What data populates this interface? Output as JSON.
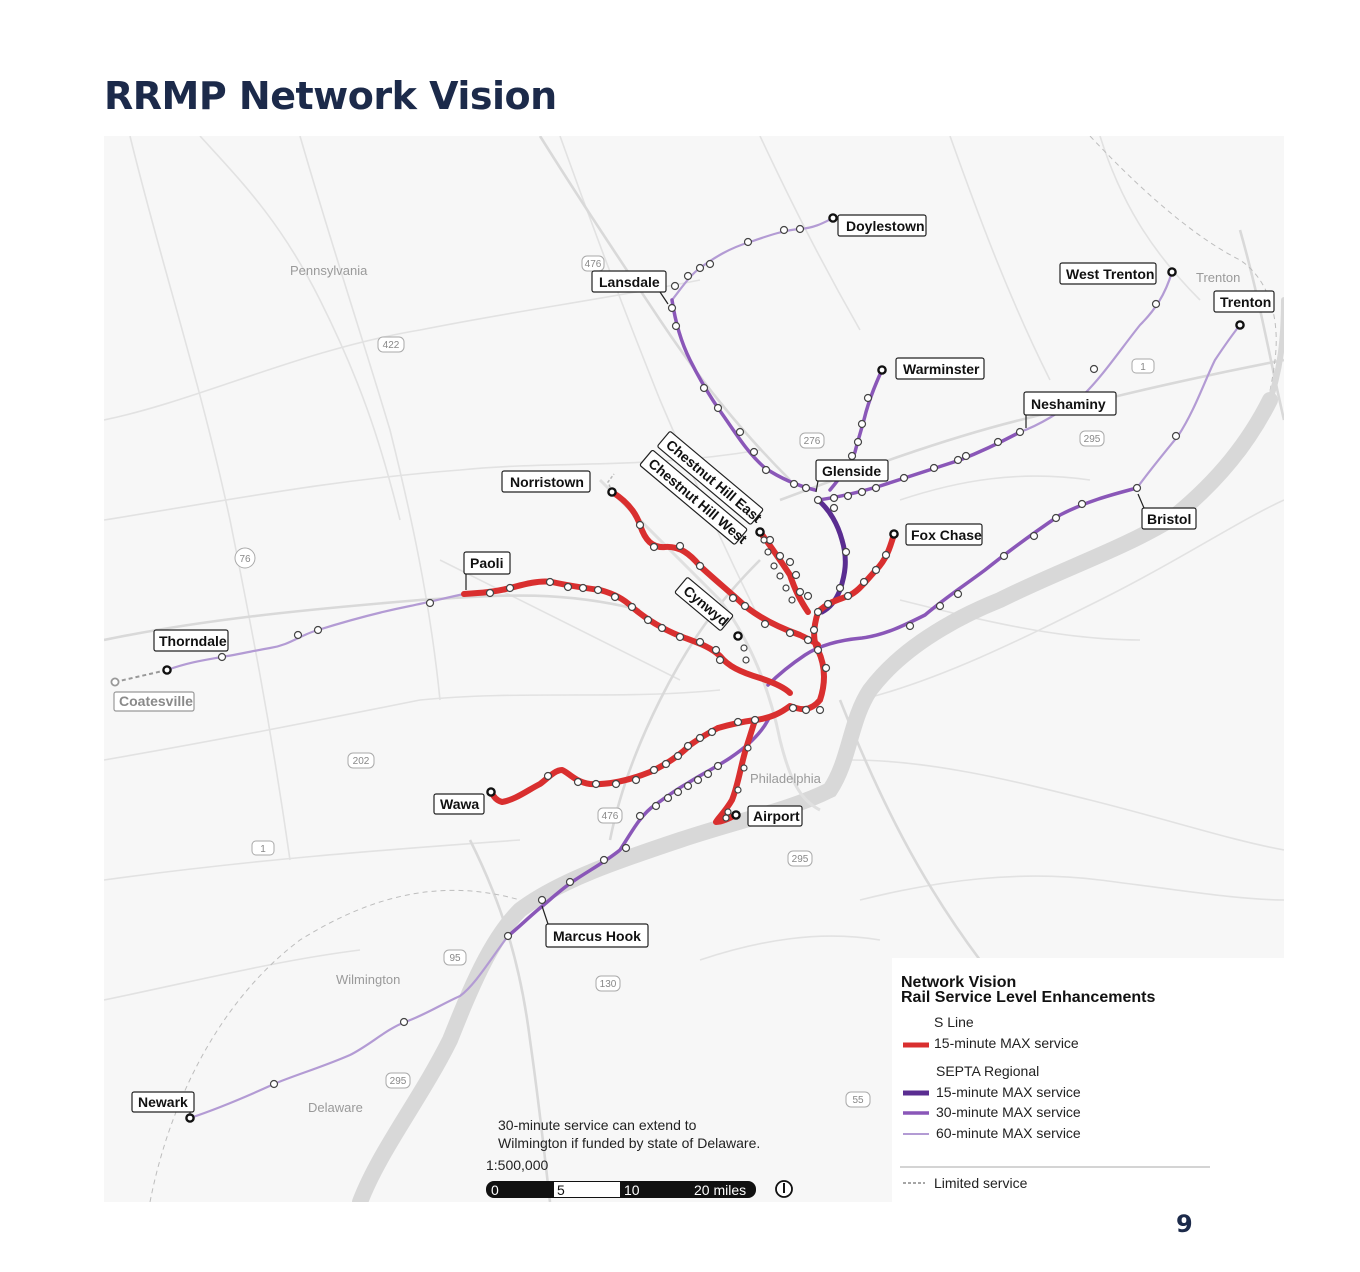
{
  "page": {
    "title": "RRMP Network Vision",
    "page_number": "9"
  },
  "colors": {
    "s_line": "#d92f2f",
    "regional_15": "#5a2d91",
    "regional_30": "#8a57b8",
    "regional_60": "#b39bd4",
    "limited": "#999999",
    "river": "#d6d6d6",
    "road": "#e4e4e4",
    "title": "#1c2a4a"
  },
  "places": {
    "pennsylvania": "Pennsylvania",
    "trenton": "Trenton",
    "philadelphia": "Philadelphia",
    "wilmington": "Wilmington",
    "delaware": "Delaware"
  },
  "highways": [
    "476",
    "422",
    "276",
    "295",
    "1",
    "76",
    "202",
    "476",
    "1",
    "295",
    "95",
    "130",
    "295",
    "55"
  ],
  "stations": {
    "doylestown": "Doylestown",
    "lansdale": "Lansdale",
    "west_trenton": "West Trenton",
    "trenton": "Trenton",
    "warminster": "Warminster",
    "neshaminy": "Neshaminy",
    "glenside": "Glenside",
    "norristown": "Norristown",
    "chestnut_hill_east": "Chestnut Hill East",
    "chestnut_hill_west": "Chestnut Hill West",
    "fox_chase": "Fox Chase",
    "bristol": "Bristol",
    "paoli": "Paoli",
    "cynwyd": "Cynwyd",
    "thorndale": "Thorndale",
    "coatesville": "Coatesville",
    "wawa": "Wawa",
    "airport": "Airport",
    "marcus_hook": "Marcus Hook",
    "newark": "Newark"
  },
  "note": {
    "line1": "30-minute service can extend to",
    "line2": "Wilmington if funded by state of Delaware."
  },
  "scale": {
    "ratio": "1:500,000",
    "t0": "0",
    "t5": "5",
    "t10": "10",
    "t20": "20 miles"
  },
  "legend": {
    "title1": "Network Vision",
    "title2": "Rail Service Level Enhancements",
    "s_line_heading": "S Line",
    "s_line_15": "15-minute MAX service",
    "regional_heading": "SEPTA Regional",
    "regional_15": "15-minute MAX service",
    "regional_30": "30-minute MAX service",
    "regional_60": "60-minute MAX service",
    "limited": "Limited service"
  }
}
